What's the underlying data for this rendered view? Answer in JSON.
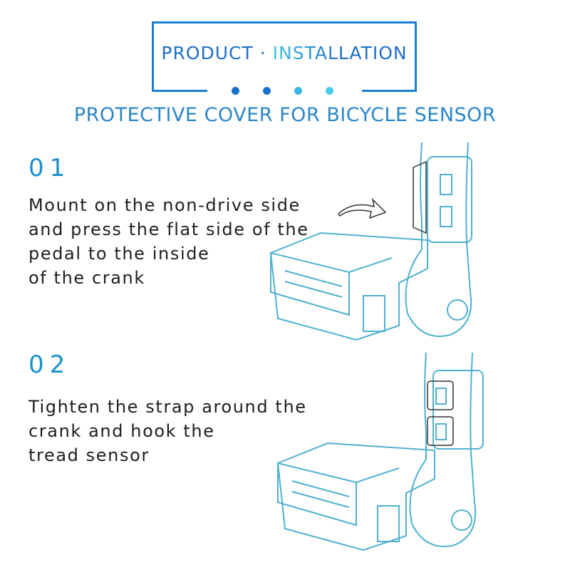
{
  "header": {
    "title_part1": "PRODUCT · ",
    "title_part2": "INSTALLATION",
    "subtitle": "PROTECTIVE COVER FOR BICYCLE SENSOR",
    "dot_colors": [
      "#1a72c8",
      "#1a72c8",
      "#3bb6e3",
      "#45cde8"
    ],
    "accent": "#1a7fd4"
  },
  "steps": [
    {
      "number": "01",
      "lines": [
        "Mount on the non-drive side",
        "and press the flat side of the",
        "pedal to the inside",
        "of the crank"
      ]
    },
    {
      "number": "02",
      "lines": [
        "Tighten the strap around the",
        "crank and hook the",
        "tread sensor"
      ]
    }
  ]
}
